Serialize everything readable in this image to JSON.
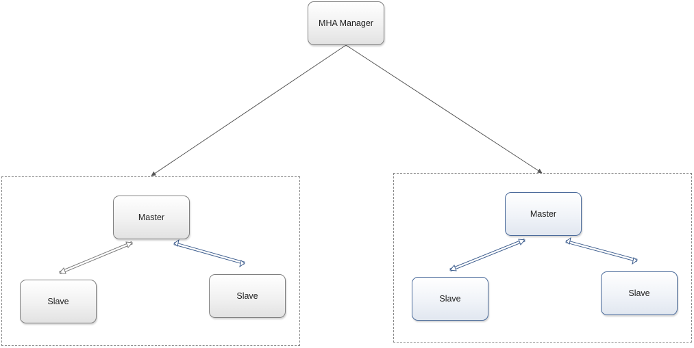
{
  "manager": {
    "label": "MHA Manager"
  },
  "left_group": {
    "master": {
      "label": "Master"
    },
    "slave_left": {
      "label": "Slave"
    },
    "slave_right": {
      "label": "Slave"
    }
  },
  "right_group": {
    "master": {
      "label": "Master"
    },
    "slave_left": {
      "label": "Slave"
    },
    "slave_right": {
      "label": "Slave"
    }
  },
  "colors": {
    "gray_border": "#7f7f7f",
    "blue_border": "#4a6a9a",
    "connector_line": "#555555",
    "group_border": "#888888"
  }
}
